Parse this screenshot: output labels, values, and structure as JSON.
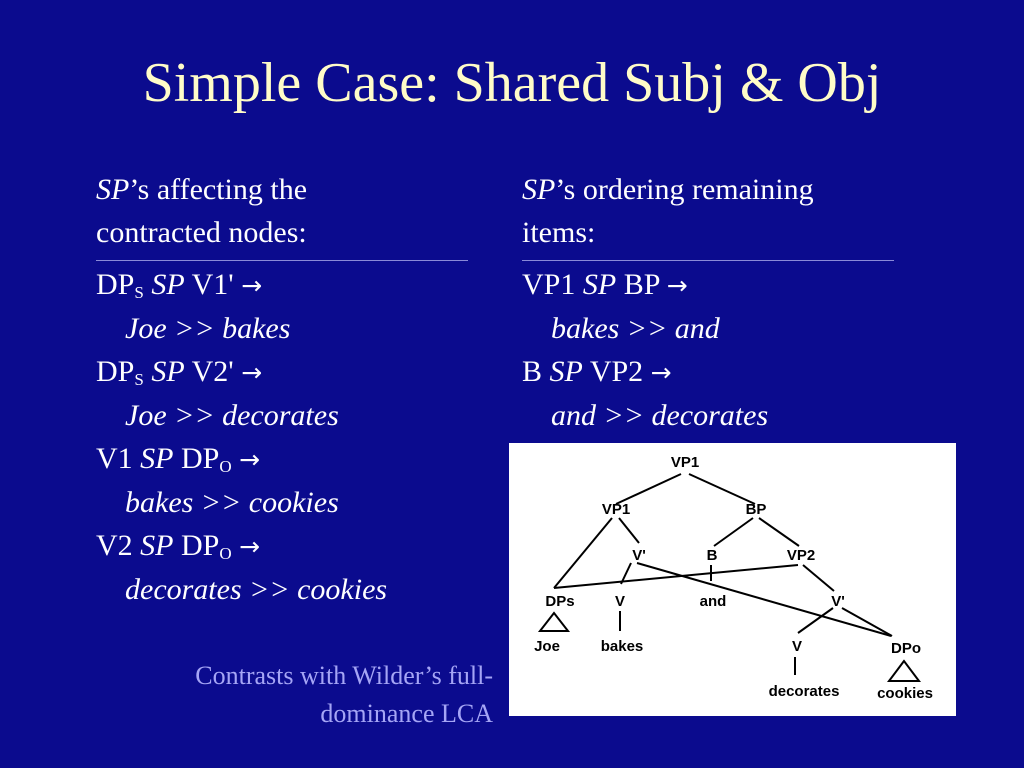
{
  "title": "Simple Case: Shared Subj & Obj",
  "left": {
    "header_sp": "SP",
    "header_line1_rest": "’s affecting the",
    "header_line2": "contracted nodes:",
    "rules": [
      {
        "lhs": "DP",
        "lhs_sub": "S",
        "op": "SP",
        "rhs": "V1'",
        "rhs_sub": "",
        "arrow": "→",
        "result": "Joe >> bakes"
      },
      {
        "lhs": "DP",
        "lhs_sub": "S",
        "op": "SP",
        "rhs": "V2'",
        "rhs_sub": "",
        "arrow": "→",
        "result": "Joe >> decorates"
      },
      {
        "lhs": "V1",
        "lhs_sub": "",
        "op": "SP",
        "rhs": "DP",
        "rhs_sub": "O",
        "arrow": "→",
        "result": "bakes >> cookies"
      },
      {
        "lhs": "V2",
        "lhs_sub": "",
        "op": "SP",
        "rhs": "DP",
        "rhs_sub": "O",
        "arrow": "→",
        "result": "decorates >> cookies"
      }
    ]
  },
  "right": {
    "header_sp": "SP",
    "header_line1_rest": "’s ordering remaining",
    "header_line2": "items:",
    "rules": [
      {
        "lhs": "VP1",
        "op": "SP",
        "rhs": "BP",
        "arrow": "→",
        "result": "bakes >> and"
      },
      {
        "lhs": "B",
        "op": "SP",
        "rhs": "VP2",
        "arrow": "→",
        "result": "and >> decorates"
      }
    ]
  },
  "note": {
    "line1": "Contrasts with  Wilder’s full-",
    "line2": "dominance LCA"
  },
  "tree": {
    "labels": {
      "vp1_top": "VP1",
      "vp1": "VP1",
      "bp": "BP",
      "vbar1": "V'",
      "b": "B",
      "vp2": "VP2",
      "dps": "DPs",
      "v1": "V",
      "and": "and",
      "vbar2": "V'",
      "joe": "Joe",
      "bakes": "bakes",
      "v2": "V",
      "dpo": "DPo",
      "decorates": "decorates",
      "cookies": "cookies"
    }
  }
}
